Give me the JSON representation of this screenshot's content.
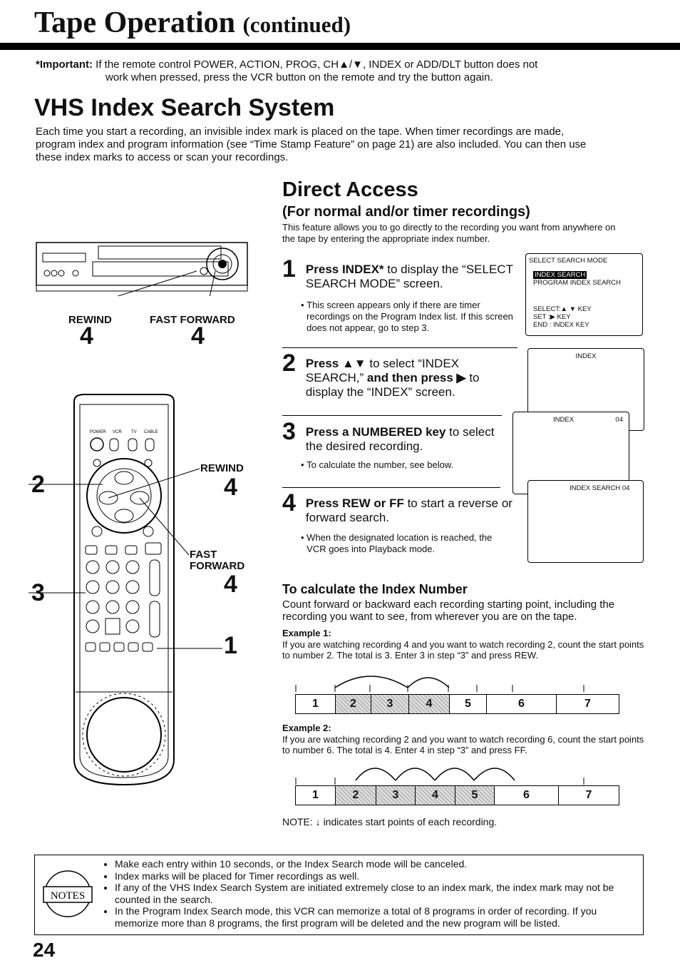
{
  "header": {
    "title": "Tape Operation",
    "title_suffix": "(continued)"
  },
  "important": {
    "label": "*Important:",
    "line1": "If the remote control POWER, ACTION, PROG, CH▲/▼, INDEX or ADD/DLT button does not",
    "line2": "work when pressed, press the VCR button on the remote and try the button again."
  },
  "section": {
    "title": "VHS Index Search System",
    "intro": "Each time you start a recording, an invisible index mark is placed on the tape. When timer recordings are made, program index and program information (see “Time Stamp Feature” on page 21) are also included. You can then use these index marks to access or scan your recordings."
  },
  "direct": {
    "title": "Direct Access",
    "subtitle": "(For normal and/or timer recordings)",
    "desc": "This feature allows you to go directly to the recording you want from anywhere on the tape by entering the appropriate index number."
  },
  "steps": [
    {
      "num": "1",
      "bold": "Press INDEX*",
      "text": " to display the “SELECT SEARCH MODE” screen.",
      "bullet": "This screen appears only if there are timer recordings on the Program Index list. If this screen does not appear, go to step 3."
    },
    {
      "num": "2",
      "bold": "Press ▲▼",
      "text": " to select “INDEX SEARCH,” ",
      "bold2": "and then press ▶",
      "text2": " to display the “INDEX” screen.",
      "bullet": ""
    },
    {
      "num": "3",
      "bold": "Press a NUMBERED key",
      "text": " to select the desired recording.",
      "bullet": "To calculate the number, see below."
    },
    {
      "num": "4",
      "bold": "Press REW or FF",
      "text": " to start a reverse or forward search.",
      "bullet": "When the designated location is reached, the VCR goes into Playback mode."
    }
  ],
  "screens": {
    "s1": {
      "title": "SELECT SEARCH MODE",
      "hl": "INDEX SEARCH",
      "l2": "PROGRAM  INDEX SEARCH",
      "l3": "SELECT:▲ ▼ KEY",
      "l4": "SET    :▶ KEY",
      "l5": "END    : INDEX KEY"
    },
    "s2": {
      "title": "INDEX"
    },
    "s3": {
      "title": "INDEX",
      "val": "04"
    },
    "s4": {
      "title": "INDEX SEARCH 04"
    }
  },
  "vcr": {
    "rewind": "REWIND",
    "ff": "FAST FORWARD",
    "n1": "4",
    "n2": "4"
  },
  "remote": {
    "rewind": "REWIND",
    "rw_num": "4",
    "fast": "FAST",
    "forward": "FORWARD",
    "ff_num": "4",
    "c2": "2",
    "c3": "3",
    "c1": "1",
    "top_labels": [
      "POWER",
      "VCR",
      "TV",
      "CABLE"
    ]
  },
  "calc": {
    "title": "To calculate the Index Number",
    "text": "Count forward or backward each recording starting point, including the recording you want to see, from wherever you are on the tape.",
    "ex1_label": "Example 1:",
    "ex1": "If you are watching recording 4 and you want to watch recording 2, count the start points to number 2. The total is 3. Enter 3 in step “3” and press REW.",
    "ex2_label": "Example 2:",
    "ex2": "If you are watching recording 2 and you want to watch recording 6, count the start points to number 6. The total is 4. Enter 4 in step “3” and press FF.",
    "tape1": [
      "1",
      "2",
      "3",
      "4",
      "5",
      "6",
      "7"
    ],
    "tape2": [
      "1",
      "2",
      "3",
      "4",
      "5",
      "6",
      "7"
    ]
  },
  "note": {
    "label": "NOTE:",
    "text": "indicates start points of each recording."
  },
  "notes": {
    "badge": "NOTES",
    "items": [
      "Make each entry within 10 seconds, or the Index Search mode will be canceled.",
      "Index marks will be placed for Timer recordings as well.",
      "If any of the VHS Index Search System are initiated extremely close to an index mark, the index mark may not be counted in the search.",
      "In the Program Index Search mode, this VCR can memorize a total of 8 programs in order of recording. If you memorize more than 8 programs, the first program will be deleted and the new program will be listed."
    ]
  },
  "page": {
    "number": "24"
  }
}
